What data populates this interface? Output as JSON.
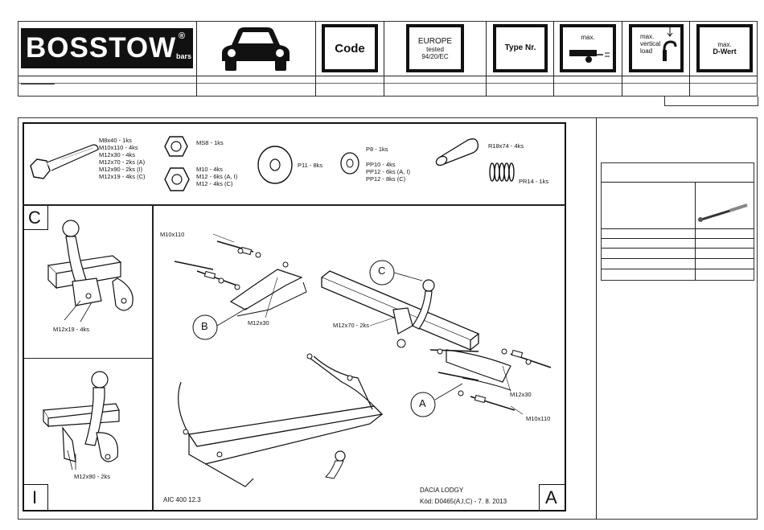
{
  "header": {
    "logo_text": "BOSSTOW",
    "logo_registered": "®",
    "logo_sub": "bars",
    "code_label": "Code",
    "europe_line1": "EUROPE",
    "europe_line2": "tested",
    "europe_line3": "94/20/EC",
    "type_label": "Type Nr.",
    "max_label": "max.",
    "vertical_line1": "max.",
    "vertical_line2": "vertical",
    "vertical_line3": "load",
    "dwert_line1": "max.",
    "dwert_line2": "D-Wert"
  },
  "parts": {
    "bolts": "M8x40 - 1ks\nM10x110 - 4ks\nM12x30 - 4ks\nM12x70 - 2ks (A)\nM12x90 - 2ks (I)\nM12x19 - 4ks (C)",
    "nut_ms8": "MS8 - 1ks",
    "nuts": "M10 - 4ks\nM12 - 6ks (A, I)\nM12 - 4ks (C)",
    "washer_p11": "P11 - 8ks",
    "washer_p8": "P8 - 1ks",
    "washers_pp": "PP10 - 4ks\nPP12 - 6ks (A, I)\nPP12 - 8ks (C)",
    "sleeve": "R18x74 - 4ks",
    "spring": "PR14 - 1ks"
  },
  "panels": {
    "c_letter": "C",
    "c_label": "M12x19 - 4ks",
    "i_letter": "I",
    "i_label": "M12x90 - 2ks",
    "a_letter": "A",
    "main_labels": {
      "m10x110_top": "M10x110",
      "b_circle": "B",
      "m12x30_left": "M12x30",
      "c_circle": "C",
      "m12x70": "M12x70 - 2ks",
      "a_circle": "A",
      "m12x30_right": "M12x30",
      "m10x110_bottom": "M10x110"
    },
    "code_number": "AIC 400 12.3",
    "car_model": "DACIA LODGY",
    "kod_line": "Kód: D0465(A,I,C) - 7. 8. 2013"
  }
}
